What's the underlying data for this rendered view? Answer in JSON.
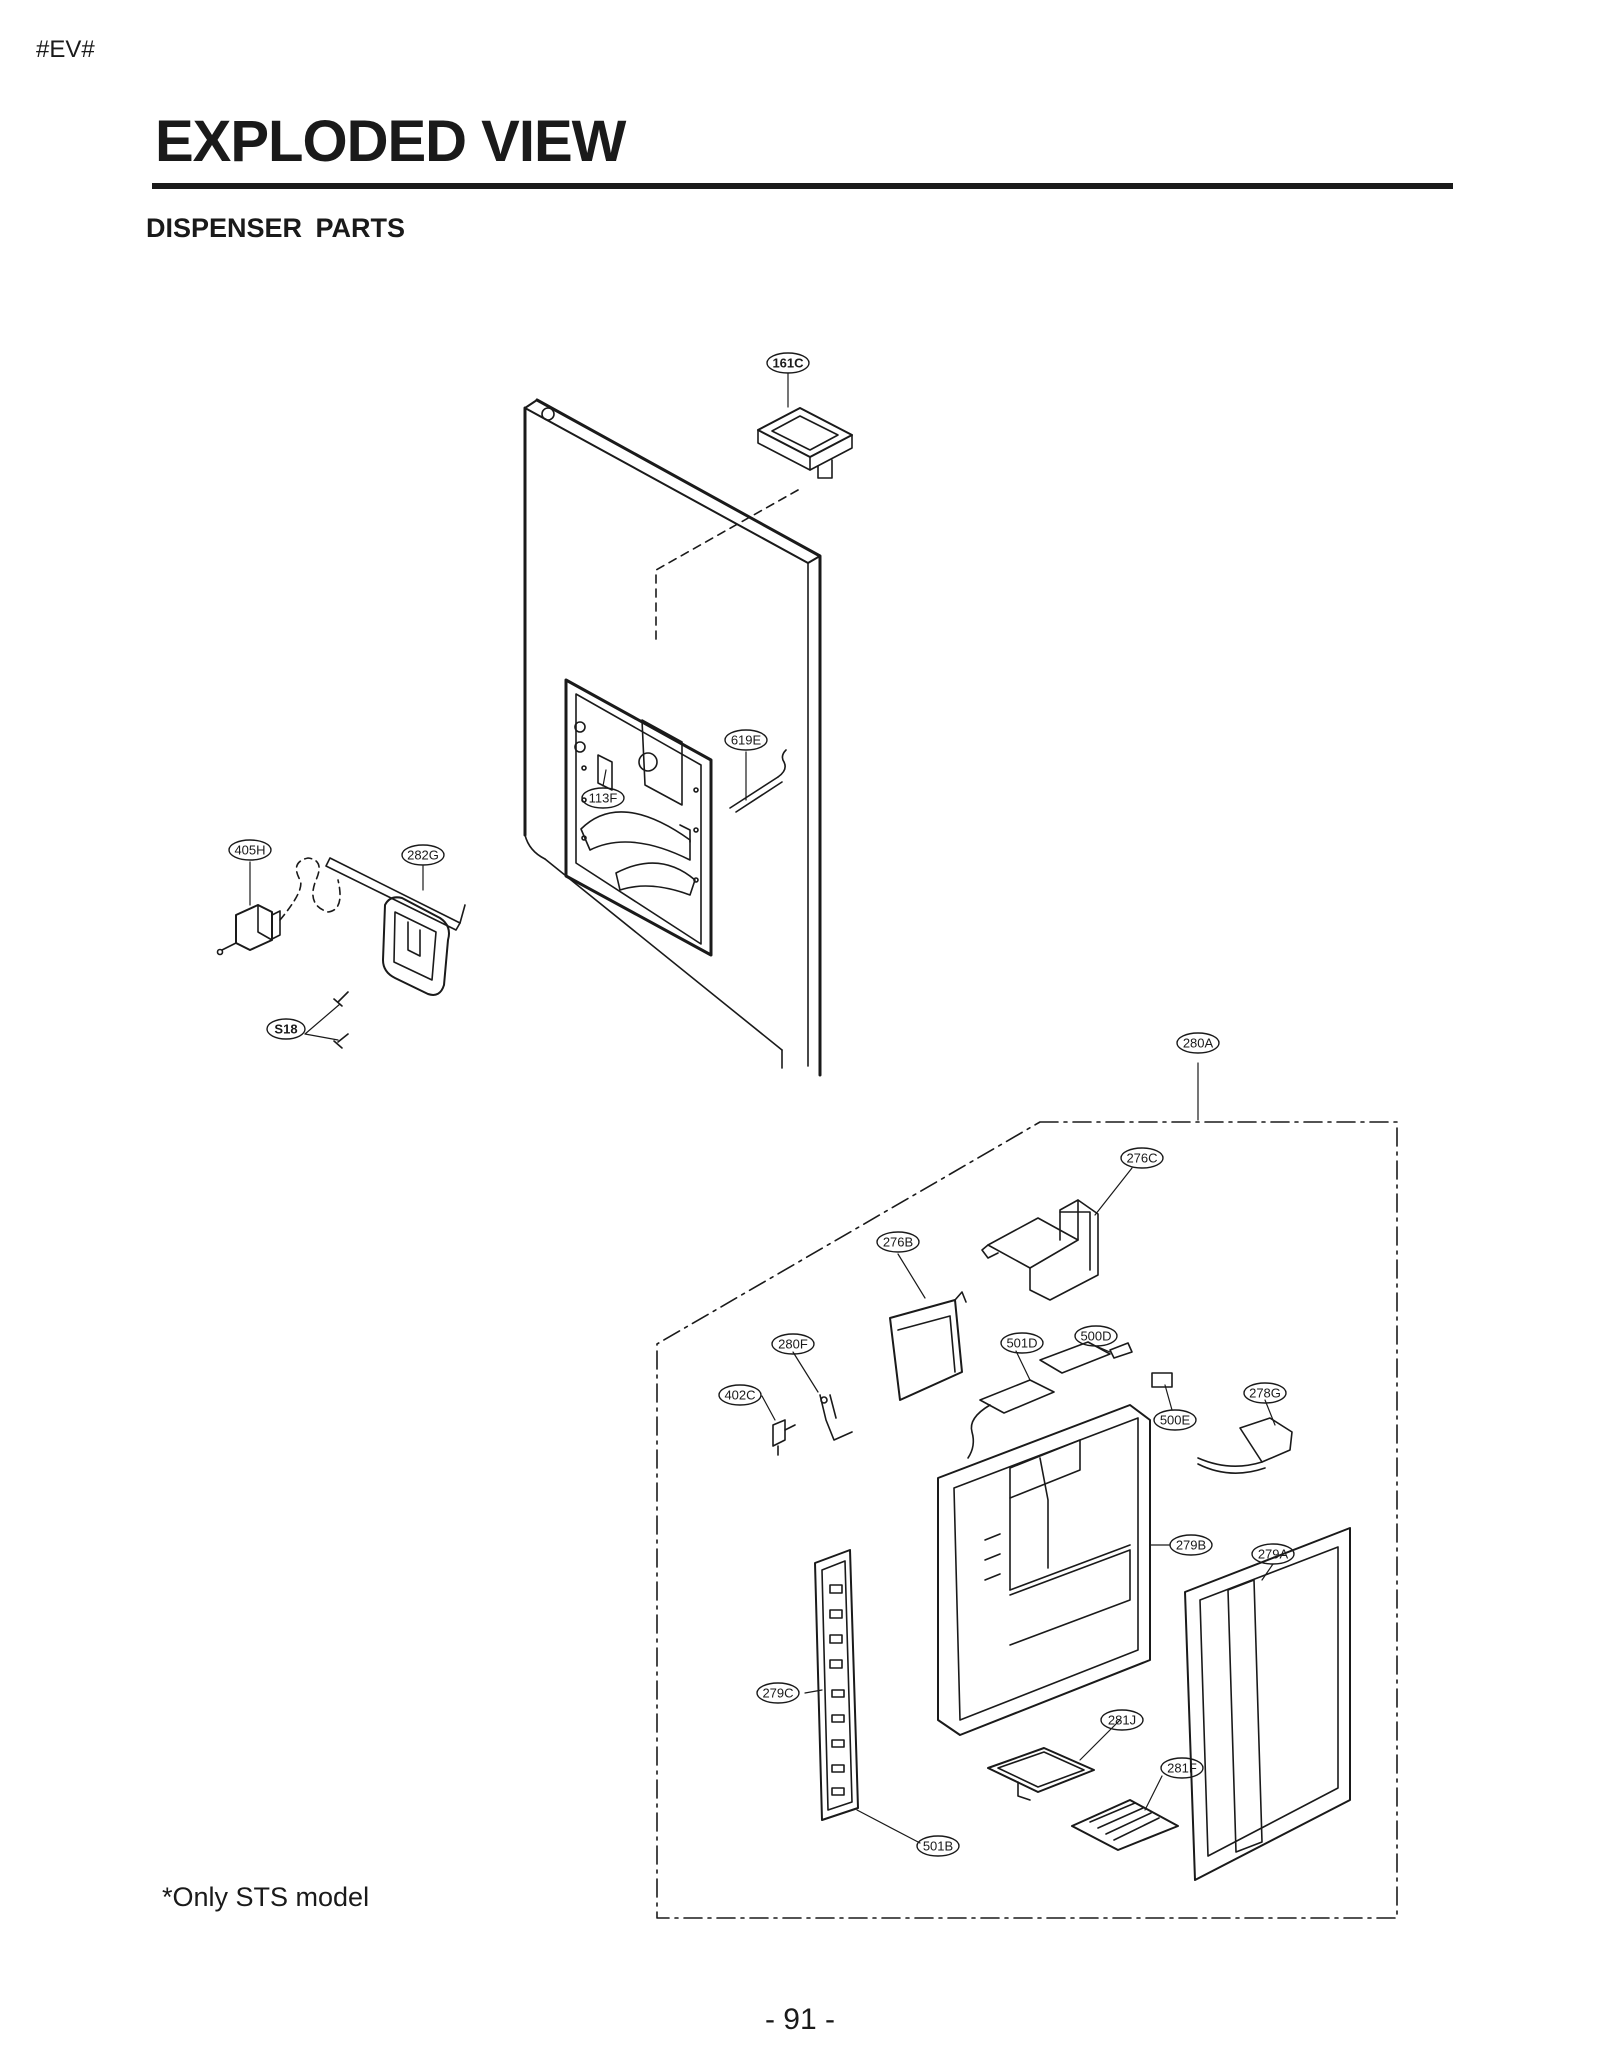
{
  "page": {
    "code": "#EV#",
    "title": "EXPLODED VIEW",
    "subtitle": "DISPENSER  PARTS",
    "note": "*Only STS model",
    "page_number": "- 91 -"
  },
  "callouts": {
    "161C": "161C",
    "619E": "619E",
    "113F": "113F",
    "405H": "405H",
    "282G": "282G",
    "S18": "S18",
    "280A": "280A",
    "276C": "276C",
    "276B": "276B",
    "280F": "280F",
    "501D": "501D",
    "500D": "500D",
    "402C": "402C",
    "500E": "500E",
    "278G": "278G",
    "279B": "279B",
    "279A": "279A",
    "279C": "279C",
    "281J": "281J",
    "281F": "281F",
    "501B": "501B"
  }
}
